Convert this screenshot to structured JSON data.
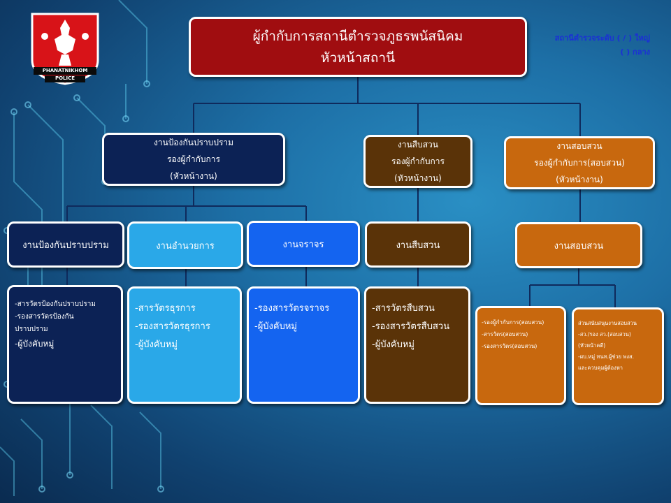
{
  "logo": {
    "top_text": "PHANATNIKHOM",
    "bottom_text": "POLICE"
  },
  "header": {
    "line1": "ผู้กำกับการสถานีตำรวจภูธรพนัสนิคม",
    "line2": "หัวหน้าสถานี"
  },
  "station_level": {
    "line1": "สถานีตำรวจระดับ  ( / ) ใหญ่",
    "line2": "(   ) กลาง"
  },
  "deputies": [
    {
      "lines": [
        "งานป้องกันปราบปราม",
        "รองผู้กำกับการ",
        "(หัวหน้างาน)"
      ]
    },
    {
      "lines": [
        "งานสืบสวน",
        "รองผู้กำกับการ",
        "(หัวหน้างาน)"
      ]
    },
    {
      "lines": [
        "งานสอบสวน",
        "รองผู้กำกับการ(สอบสวน)",
        "(หัวหน้างาน)"
      ]
    }
  ],
  "units": [
    {
      "label": "งานป้องกันปราบปราม"
    },
    {
      "label": "งานอำนวยการ"
    },
    {
      "label": "งานจราจร"
    },
    {
      "label": "งานสืบสวน"
    },
    {
      "label": "งานสอบสวน"
    }
  ],
  "staff": [
    {
      "lines": [
        "-สารวัตรป้องกันปราบปราม",
        "-รองสารวัตรป้องกัน",
        "ปราบปราม",
        "-ผู้บังคับหมู่"
      ]
    },
    {
      "lines": [
        "-สารวัตรธุรการ",
        "-รองสารวัตรธุรการ",
        "-ผู้บังคับหมู่"
      ]
    },
    {
      "lines": [
        "-รองสารวัตรจราจร",
        "-ผู้บังคับหมู่"
      ]
    },
    {
      "lines": [
        "-สารวัตรสืบสวน",
        "-รองสารวัตรสืบสวน",
        "-ผู้บังคับหมู่"
      ]
    },
    {
      "lines": [
        "-รองผู้กำกับการ(สอบสวน)",
        "-สารวัตร(สอบสวน)",
        "-รองสารวัตร(สอบสวน)"
      ]
    },
    {
      "lines": [
        "ส่วนสนับสนุนงานสอบสวน",
        "-สว./รอง สว.(สอบสวน)",
        "(หัวหน้าคดี)",
        "-ผบ.หมู่ ทนท.ผู้ช่วย พงส.",
        "และควบคุมผู้ต้องหา"
      ]
    }
  ]
}
